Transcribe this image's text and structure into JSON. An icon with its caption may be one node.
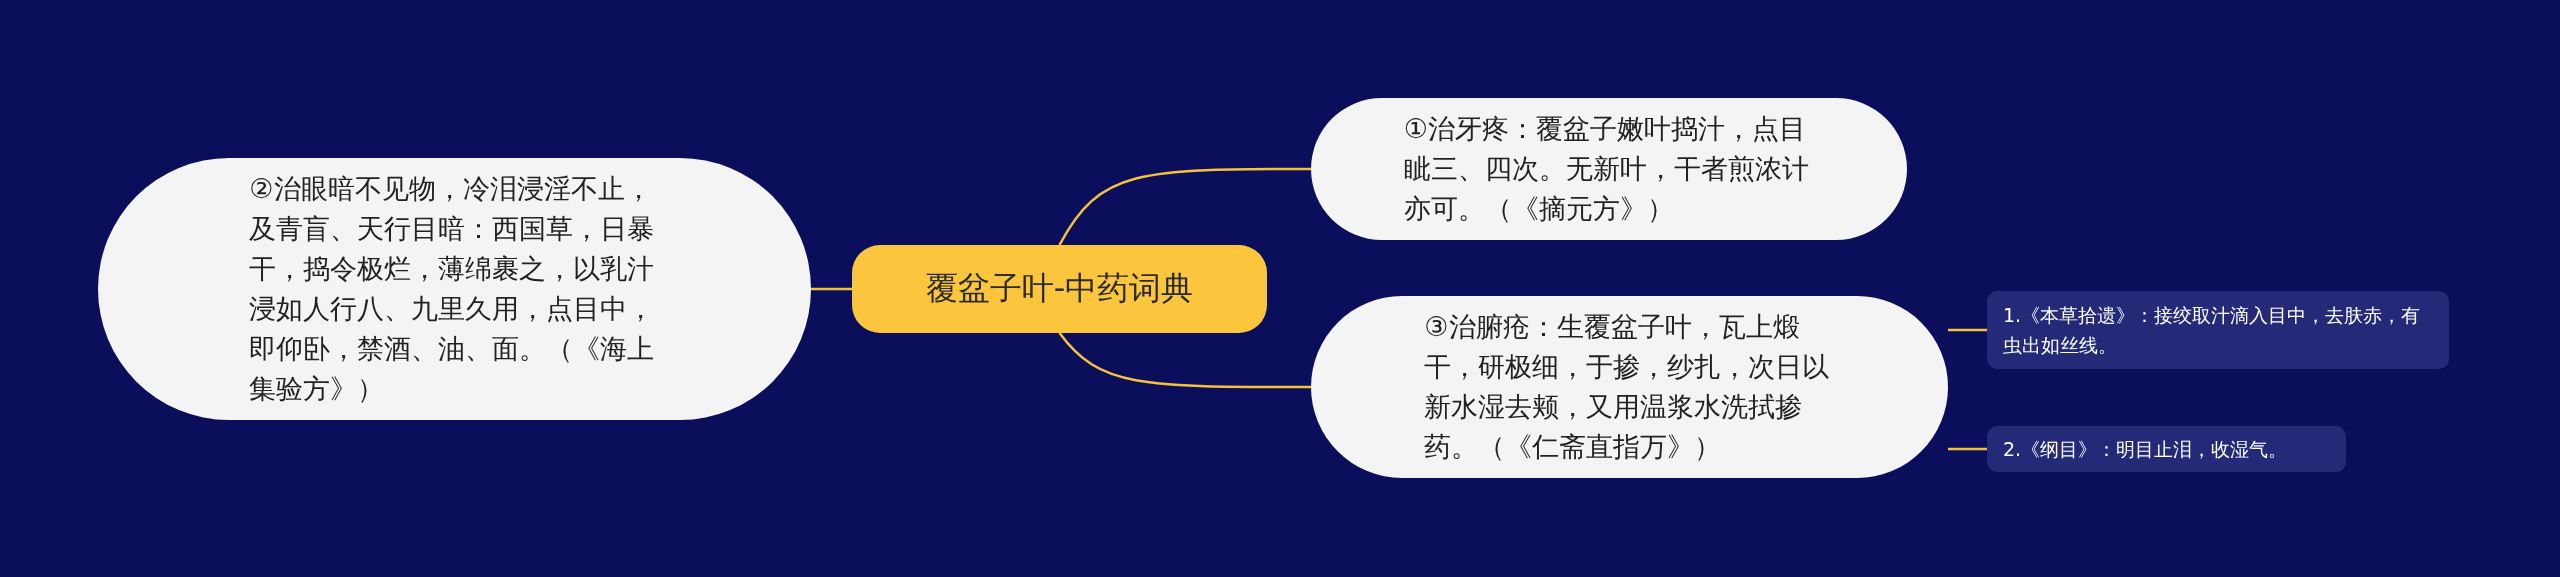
{
  "diagram": {
    "nodes": [
      {
        "text": [
          "覆盆子叶-中药词典"
        ]
      },
      {
        "text": [
          "②治眼暗不见物，冷泪浸淫不止，及青盲、天行目暗：西国草，日暴干，捣令极烂，薄绵裹之，以乳汁浸如人行八、九里久用，点目中，即仰卧，禁酒、油、面。（《海上集验方》）"
        ]
      },
      {
        "text": [
          "①治牙疼：覆盆子嫩叶捣汁，点目眦三、四次。无新叶，干者煎浓计亦可。（《摘元方》）"
        ]
      },
      {
        "text": [
          "③治腑疮：生覆盆子叶，瓦上煅干，研极细，于掺，纱扎，次日以新水湿去颊，又用温浆水洗拭掺药。（《仁斋直指万》）"
        ]
      },
      {
        "text": [
          "1.《本草拾遗》：接绞取汁滴入目中，去肤赤，有虫出如丝线。"
        ]
      },
      {
        "text": [
          "2.《纲目》：明目止泪，收湿气。"
        ]
      }
    ],
    "edges": [
      {
        "from": 0,
        "to": 1,
        "arrow": "none"
      },
      {
        "from": 0,
        "to": 2,
        "arrow": "none"
      },
      {
        "from": 0,
        "to": 3,
        "arrow": "none"
      },
      {
        "from": 3,
        "to": 4,
        "arrow": "none"
      },
      {
        "from": 3,
        "to": 5,
        "arrow": "none"
      }
    ]
  }
}
